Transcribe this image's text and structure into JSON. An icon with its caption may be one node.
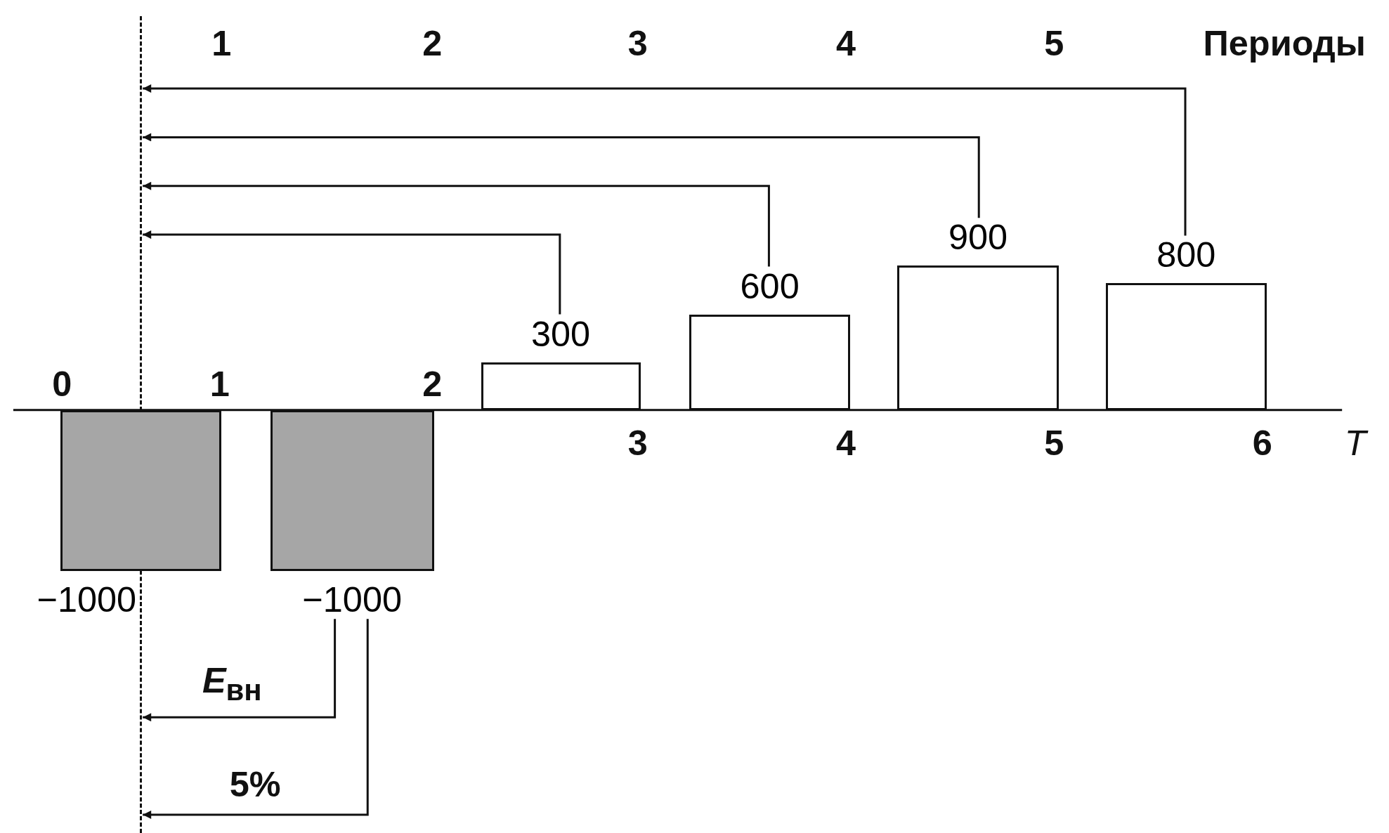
{
  "diagram": {
    "nodes": [
      {
        "text": [],
        "shape": "line"
      },
      {
        "text": [
          "−1000"
        ]
      },
      {
        "text": [
          "−1000"
        ]
      },
      {
        "text": [
          "300"
        ]
      },
      {
        "text": [
          "600"
        ]
      },
      {
        "text": [
          "900"
        ]
      },
      {
        "text": [
          "800"
        ]
      }
    ],
    "edges": [
      {
        "from": 6,
        "to": 0,
        "arrow": "to"
      },
      {
        "from": 5,
        "to": 0,
        "arrow": "to"
      },
      {
        "from": 4,
        "to": 0,
        "arrow": "to"
      },
      {
        "from": 3,
        "to": 0,
        "arrow": "to"
      },
      {
        "from": 2,
        "to": 0,
        "arrow": "to",
        "label": "*E*$_{вн}$"
      },
      {
        "from": 2,
        "to": 0,
        "arrow": "to",
        "label": "5%"
      }
    ],
    "labels": [
      "1",
      "2",
      "3",
      "4",
      "5",
      "Периоды",
      "0",
      "1",
      "2",
      "3",
      "4",
      "5",
      "6",
      "T"
    ]
  }
}
